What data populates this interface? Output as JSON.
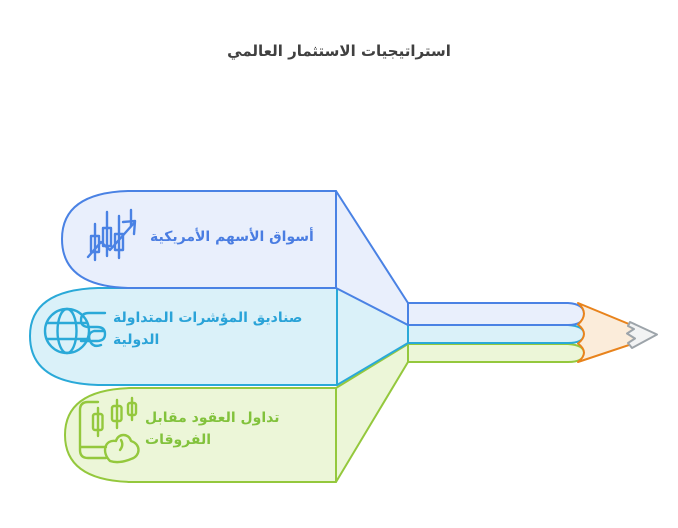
{
  "title": "استراتيجيات الاستثمار العالمي",
  "title_color": "#404040",
  "items": [
    {
      "id": "us-stocks",
      "label": "أسواق الأسهم الأمريكية",
      "icon": "candlestick-chart-icon",
      "accent": "#4a82e4",
      "fill": "#e9effc",
      "text_color": "#4a7de2"
    },
    {
      "id": "international-etfs",
      "label": "صناديق المؤشرات المتداولة الدولية",
      "icon": "globe-currency-icon",
      "accent": "#2aa9d8",
      "fill": "#daf1f9",
      "text_color": "#2aa3d8"
    },
    {
      "id": "cfd-trading",
      "label": "تداول العقود مقابل الفروقات",
      "icon": "tablet-trading-icon",
      "accent": "#94c83d",
      "fill": "#ecf6d8",
      "text_color": "#82c23c"
    }
  ],
  "pencil": {
    "wood_color": "#e8831c",
    "wood_fill": "#fbecda",
    "graphite_fill": "#f2f3f4",
    "graphite_stroke": "#9da4aa"
  }
}
